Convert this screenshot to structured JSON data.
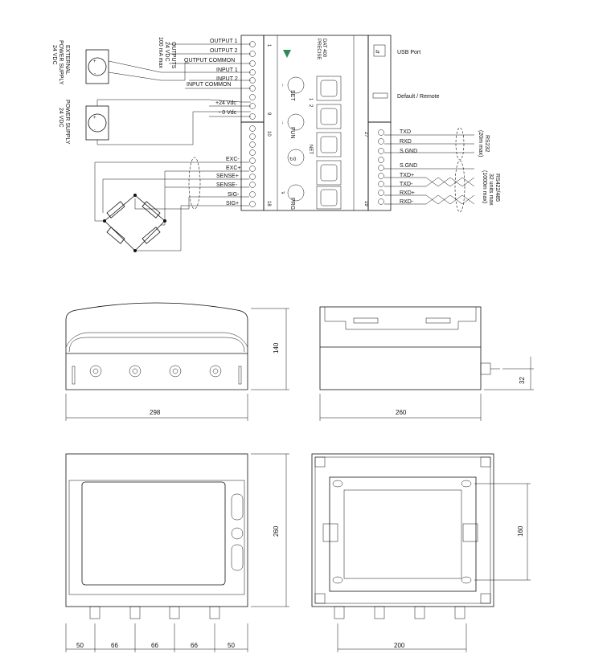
{
  "wiring": {
    "outputs_title": "OUTPUTS",
    "outputs_voltage": "24 VDC",
    "outputs_current": "100 mA max",
    "ext_supply_1_title": "EXTERNAL",
    "ext_supply_1_sub": "POWER SUPPLY",
    "ext_supply_1_volt": "24 VDC",
    "ext_supply_2_title": "POWER SUPPLY",
    "ext_supply_2_volt": "24 VDC",
    "left_terminals": [
      "OUTPUT 1",
      "OUTPUT 2",
      "OUTPUT COMMON",
      "INPUT 1",
      "INPUT 2",
      "INPUT  COMMON",
      "+24 Vdc",
      "- 0 Vdc"
    ],
    "load_cell_terminals": [
      "EXC-",
      "EXC+",
      "SENSE+",
      "SENSE-",
      "SIG-",
      "SIG+"
    ],
    "terminal_numbers": {
      "n1": "1",
      "n9": "9",
      "n10": "10",
      "n18": "18",
      "n27": "27",
      "n19": "19"
    },
    "right_labels": {
      "usb": "USB Port",
      "default_remote": "Default / Remote"
    },
    "rs232_terminals": [
      "TXD",
      "RXD",
      "S.GND"
    ],
    "rs232_title": "RS232",
    "rs232_sub": "(20m max)",
    "rs485_terminals": [
      "S.GND",
      "TXD+",
      "TXD-",
      "RXD+",
      "RXD-"
    ],
    "rs485_title": "RS422/485",
    "rs485_sub1": "32 units max",
    "rs485_sub2": "(1000m max)",
    "device_brand": "PRECISE",
    "device_model": "DAT 400",
    "keys": [
      "SET",
      "FUN",
      "PRG"
    ],
    "key_marks": {
      "one": "1",
      "two": "2",
      "net": "NET"
    }
  },
  "dimensions": {
    "front_width": "298",
    "front_height": "140",
    "side_depth": "260",
    "side_gland": "32",
    "top_height": "260",
    "spacing": [
      "50",
      "66",
      "66",
      "66",
      "50"
    ],
    "back_hole_spacing": "160",
    "back_width": "200"
  }
}
